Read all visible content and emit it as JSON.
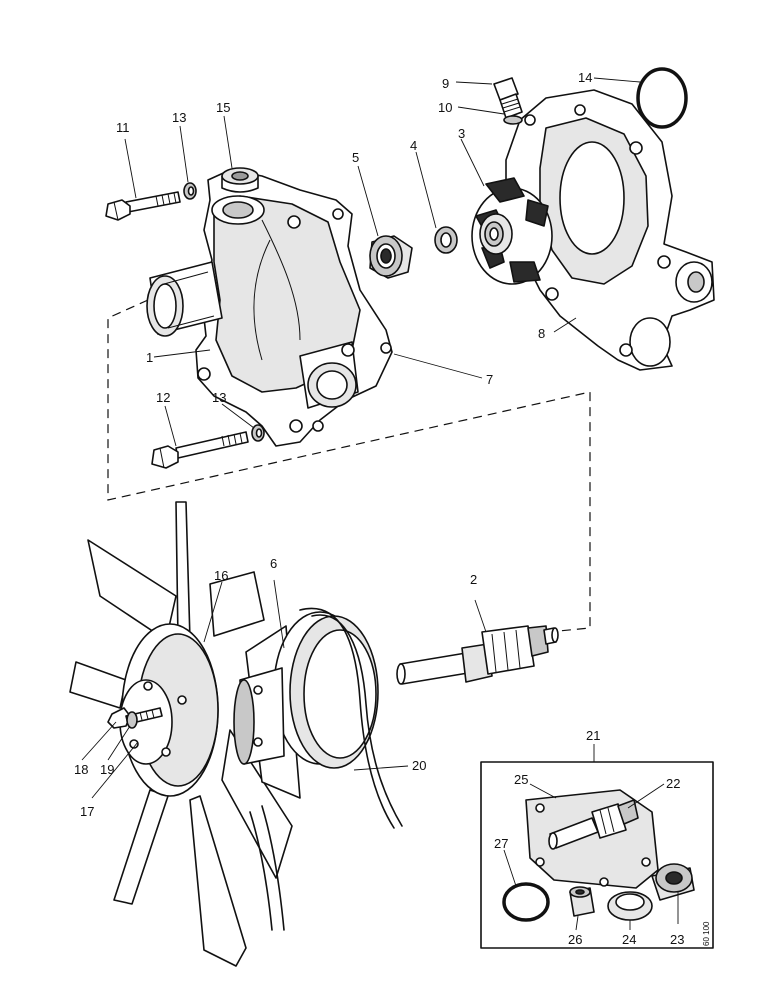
{
  "diagram": {
    "callouts": [
      {
        "id": "c1",
        "text": "1"
      },
      {
        "id": "c2",
        "text": "2"
      },
      {
        "id": "c3",
        "text": "3"
      },
      {
        "id": "c4",
        "text": "4"
      },
      {
        "id": "c5",
        "text": "5"
      },
      {
        "id": "c6",
        "text": "6"
      },
      {
        "id": "c7",
        "text": "7"
      },
      {
        "id": "c8",
        "text": "8"
      },
      {
        "id": "c9",
        "text": "9"
      },
      {
        "id": "c10",
        "text": "10"
      },
      {
        "id": "c11",
        "text": "11"
      },
      {
        "id": "c12",
        "text": "12"
      },
      {
        "id": "c13a",
        "text": "13"
      },
      {
        "id": "c13b",
        "text": "13"
      },
      {
        "id": "c14",
        "text": "14"
      },
      {
        "id": "c15",
        "text": "15"
      },
      {
        "id": "c16",
        "text": "16"
      },
      {
        "id": "c17",
        "text": "17"
      },
      {
        "id": "c18",
        "text": "18"
      },
      {
        "id": "c19",
        "text": "19"
      },
      {
        "id": "c20",
        "text": "20"
      },
      {
        "id": "c21",
        "text": "21"
      },
      {
        "id": "c22",
        "text": "22"
      },
      {
        "id": "c23",
        "text": "23"
      },
      {
        "id": "c24",
        "text": "24"
      },
      {
        "id": "c25",
        "text": "25"
      },
      {
        "id": "c26",
        "text": "26"
      },
      {
        "id": "c27",
        "text": "27"
      }
    ],
    "drawing_code": "60 100"
  }
}
